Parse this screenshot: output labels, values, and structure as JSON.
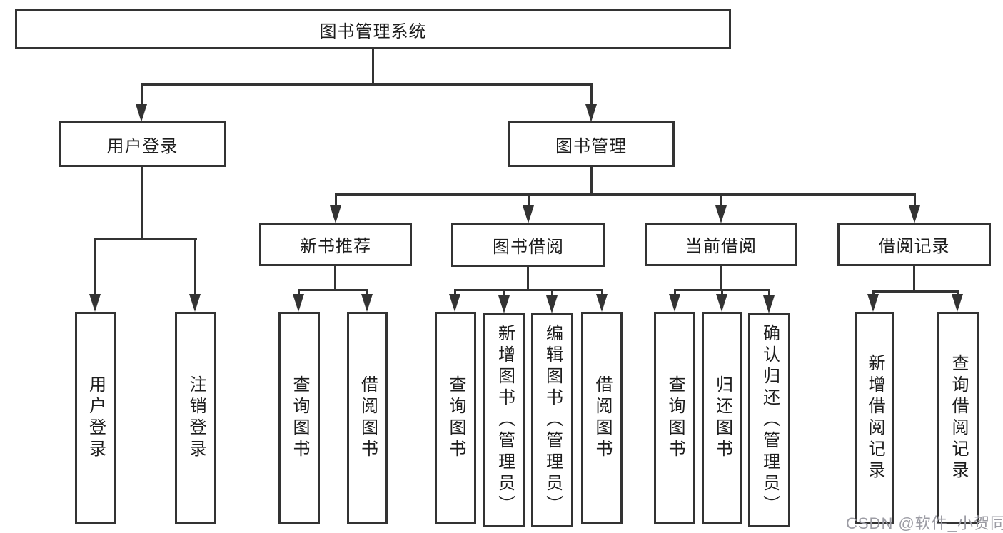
{
  "diagram": {
    "tree": {
      "label": "图书管理系统",
      "children": [
        {
          "label": "用户登录",
          "children": [
            {
              "label": "用户登录"
            },
            {
              "label": "注销登录"
            }
          ]
        },
        {
          "label": "图书管理",
          "children": [
            {
              "label": "新书推荐",
              "children": [
                {
                  "label": "查询图书"
                },
                {
                  "label": "借阅图书"
                }
              ]
            },
            {
              "label": "图书借阅",
              "children": [
                {
                  "label": "查询图书"
                },
                {
                  "label": "新增图书（管理员）"
                },
                {
                  "label": "编辑图书（管理员）"
                },
                {
                  "label": "借阅图书"
                }
              ]
            },
            {
              "label": "当前借阅",
              "children": [
                {
                  "label": "查询图书"
                },
                {
                  "label": "归还图书"
                },
                {
                  "label": "确认归还（管理员）"
                }
              ]
            },
            {
              "label": "借阅记录",
              "children": [
                {
                  "label": "新增借阅记录"
                },
                {
                  "label": "查询借阅记录"
                }
              ]
            }
          ]
        }
      ]
    }
  },
  "watermark": {
    "text": "CSDN @软件_小贺同学"
  },
  "colors": {
    "line": "#333333",
    "text": "#1d1d1d",
    "watermark": "#9c9ca4",
    "background": "#ffffff"
  }
}
